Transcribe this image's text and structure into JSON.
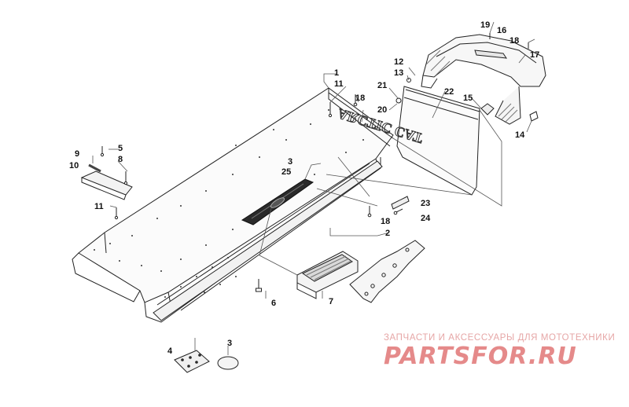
{
  "callouts": [
    {
      "id": "1",
      "text": "1"
    },
    {
      "id": "2",
      "text": "2"
    },
    {
      "id": "3a",
      "text": "3"
    },
    {
      "id": "3b",
      "text": "3"
    },
    {
      "id": "4",
      "text": "4"
    },
    {
      "id": "5",
      "text": "5"
    },
    {
      "id": "6",
      "text": "6"
    },
    {
      "id": "7",
      "text": "7"
    },
    {
      "id": "8",
      "text": "8"
    },
    {
      "id": "9",
      "text": "9"
    },
    {
      "id": "10",
      "text": "10"
    },
    {
      "id": "11a",
      "text": "11"
    },
    {
      "id": "11b",
      "text": "11"
    },
    {
      "id": "12",
      "text": "12"
    },
    {
      "id": "13",
      "text": "13"
    },
    {
      "id": "14",
      "text": "14"
    },
    {
      "id": "15",
      "text": "15"
    },
    {
      "id": "16",
      "text": "16"
    },
    {
      "id": "17",
      "text": "17"
    },
    {
      "id": "18a",
      "text": "18"
    },
    {
      "id": "18b",
      "text": "18"
    },
    {
      "id": "18c",
      "text": "18"
    },
    {
      "id": "19",
      "text": "19"
    },
    {
      "id": "20",
      "text": "20"
    },
    {
      "id": "21",
      "text": "21"
    },
    {
      "id": "22",
      "text": "22"
    },
    {
      "id": "23",
      "text": "23"
    },
    {
      "id": "24",
      "text": "24"
    },
    {
      "id": "25",
      "text": "25"
    }
  ],
  "flap_lettering": "ARCTIC CAT",
  "watermark": {
    "tagline": "ЗАПЧАСТИ И АКСЕССУАРЫ ДЛЯ МОТОТЕХНИКИ",
    "logo": "PARTSFOR.RU"
  },
  "colors": {
    "line": "#222222",
    "watermark": "#e58a8a",
    "tread": "#2a2a2a"
  }
}
